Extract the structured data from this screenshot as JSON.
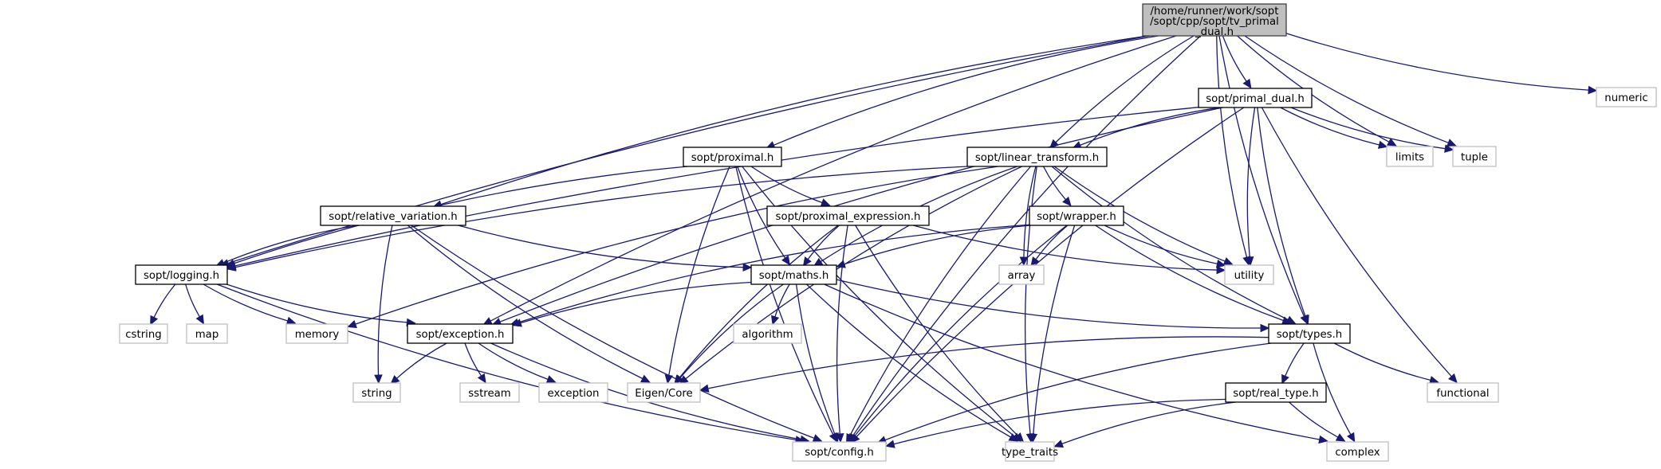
{
  "title": "Include dependency graph for tv_primal_dual.h",
  "root": {
    "id": "root",
    "label_lines": [
      "/home/runner/work/sopt",
      "/sopt/cpp/sopt/tv_primal",
      "_dual.h"
    ]
  },
  "nodes": [
    {
      "id": "primal_dual",
      "label": "sopt/primal_dual.h",
      "kind": "local"
    },
    {
      "id": "numeric",
      "label": "numeric",
      "kind": "system"
    },
    {
      "id": "limits",
      "label": "limits",
      "kind": "system"
    },
    {
      "id": "tuple",
      "label": "tuple",
      "kind": "system"
    },
    {
      "id": "proximal",
      "label": "sopt/proximal.h",
      "kind": "local"
    },
    {
      "id": "linear_transform",
      "label": "sopt/linear_transform.h",
      "kind": "local"
    },
    {
      "id": "proximal_expression",
      "label": "sopt/proximal_expression.h",
      "kind": "local"
    },
    {
      "id": "wrapper",
      "label": "sopt/wrapper.h",
      "kind": "local"
    },
    {
      "id": "relative_variation",
      "label": "sopt/relative_variation.h",
      "kind": "local"
    },
    {
      "id": "array",
      "label": "array",
      "kind": "system"
    },
    {
      "id": "utility",
      "label": "utility",
      "kind": "system"
    },
    {
      "id": "logging",
      "label": "sopt/logging.h",
      "kind": "local"
    },
    {
      "id": "maths",
      "label": "sopt/maths.h",
      "kind": "local"
    },
    {
      "id": "cstring",
      "label": "cstring",
      "kind": "system"
    },
    {
      "id": "map",
      "label": "map",
      "kind": "system"
    },
    {
      "id": "memory",
      "label": "memory",
      "kind": "system"
    },
    {
      "id": "algorithm",
      "label": "algorithm",
      "kind": "system"
    },
    {
      "id": "exception_h",
      "label": "sopt/exception.h",
      "kind": "local"
    },
    {
      "id": "types",
      "label": "sopt/types.h",
      "kind": "local"
    },
    {
      "id": "string",
      "label": "string",
      "kind": "system"
    },
    {
      "id": "sstream",
      "label": "sstream",
      "kind": "system"
    },
    {
      "id": "exception",
      "label": "exception",
      "kind": "system"
    },
    {
      "id": "eigen_core",
      "label": "Eigen/Core",
      "kind": "system"
    },
    {
      "id": "functional",
      "label": "functional",
      "kind": "system"
    },
    {
      "id": "real_type",
      "label": "sopt/real_type.h",
      "kind": "local"
    },
    {
      "id": "config",
      "label": "sopt/config.h",
      "kind": "system"
    },
    {
      "id": "type_traits",
      "label": "type_traits",
      "kind": "system"
    },
    {
      "id": "complex",
      "label": "complex",
      "kind": "system"
    }
  ],
  "edges": [
    [
      "root",
      "primal_dual"
    ],
    [
      "root",
      "numeric"
    ],
    [
      "root",
      "limits"
    ],
    [
      "root",
      "tuple"
    ],
    [
      "root",
      "utility"
    ],
    [
      "root",
      "types"
    ],
    [
      "root",
      "config"
    ],
    [
      "root",
      "logging"
    ],
    [
      "root",
      "relative_variation"
    ],
    [
      "root",
      "exception_h"
    ],
    [
      "root",
      "proximal"
    ],
    [
      "root",
      "linear_transform"
    ],
    [
      "primal_dual",
      "linear_transform"
    ],
    [
      "primal_dual",
      "limits"
    ],
    [
      "primal_dual",
      "tuple"
    ],
    [
      "primal_dual",
      "utility"
    ],
    [
      "primal_dual",
      "types"
    ],
    [
      "primal_dual",
      "functional"
    ],
    [
      "primal_dual",
      "config"
    ],
    [
      "primal_dual",
      "logging"
    ],
    [
      "primal_dual",
      "exception_h"
    ],
    [
      "proximal",
      "proximal_expression"
    ],
    [
      "proximal",
      "maths"
    ],
    [
      "proximal",
      "eigen_core"
    ],
    [
      "proximal",
      "config"
    ],
    [
      "proximal",
      "logging"
    ],
    [
      "proximal",
      "type_traits"
    ],
    [
      "linear_transform",
      "wrapper"
    ],
    [
      "linear_transform",
      "array"
    ],
    [
      "linear_transform",
      "utility"
    ],
    [
      "linear_transform",
      "types"
    ],
    [
      "linear_transform",
      "maths"
    ],
    [
      "linear_transform",
      "eigen_core"
    ],
    [
      "linear_transform",
      "config"
    ],
    [
      "linear_transform",
      "memory"
    ],
    [
      "linear_transform",
      "logging"
    ],
    [
      "linear_transform",
      "type_traits"
    ],
    [
      "proximal_expression",
      "maths"
    ],
    [
      "proximal_expression",
      "eigen_core"
    ],
    [
      "proximal_expression",
      "config"
    ],
    [
      "proximal_expression",
      "type_traits"
    ],
    [
      "proximal_expression",
      "utility"
    ],
    [
      "wrapper",
      "array"
    ],
    [
      "wrapper",
      "utility"
    ],
    [
      "wrapper",
      "types"
    ],
    [
      "wrapper",
      "maths"
    ],
    [
      "wrapper",
      "exception_h"
    ],
    [
      "wrapper",
      "config"
    ],
    [
      "wrapper",
      "type_traits"
    ],
    [
      "relative_variation",
      "logging"
    ],
    [
      "relative_variation",
      "maths"
    ],
    [
      "relative_variation",
      "string"
    ],
    [
      "relative_variation",
      "eigen_core"
    ],
    [
      "relative_variation",
      "config"
    ],
    [
      "logging",
      "cstring"
    ],
    [
      "logging",
      "map"
    ],
    [
      "logging",
      "memory"
    ],
    [
      "logging",
      "exception_h"
    ],
    [
      "logging",
      "config"
    ],
    [
      "maths",
      "algorithm"
    ],
    [
      "maths",
      "exception_h"
    ],
    [
      "maths",
      "types"
    ],
    [
      "maths",
      "eigen_core"
    ],
    [
      "maths",
      "config"
    ],
    [
      "maths",
      "type_traits"
    ],
    [
      "maths",
      "complex"
    ],
    [
      "exception_h",
      "string"
    ],
    [
      "exception_h",
      "sstream"
    ],
    [
      "exception_h",
      "exception"
    ],
    [
      "exception_h",
      "config"
    ],
    [
      "types",
      "real_type"
    ],
    [
      "types",
      "functional"
    ],
    [
      "types",
      "complex"
    ],
    [
      "types",
      "eigen_core"
    ],
    [
      "types",
      "config"
    ],
    [
      "real_type",
      "config"
    ],
    [
      "real_type",
      "type_traits"
    ],
    [
      "real_type",
      "complex"
    ]
  ]
}
